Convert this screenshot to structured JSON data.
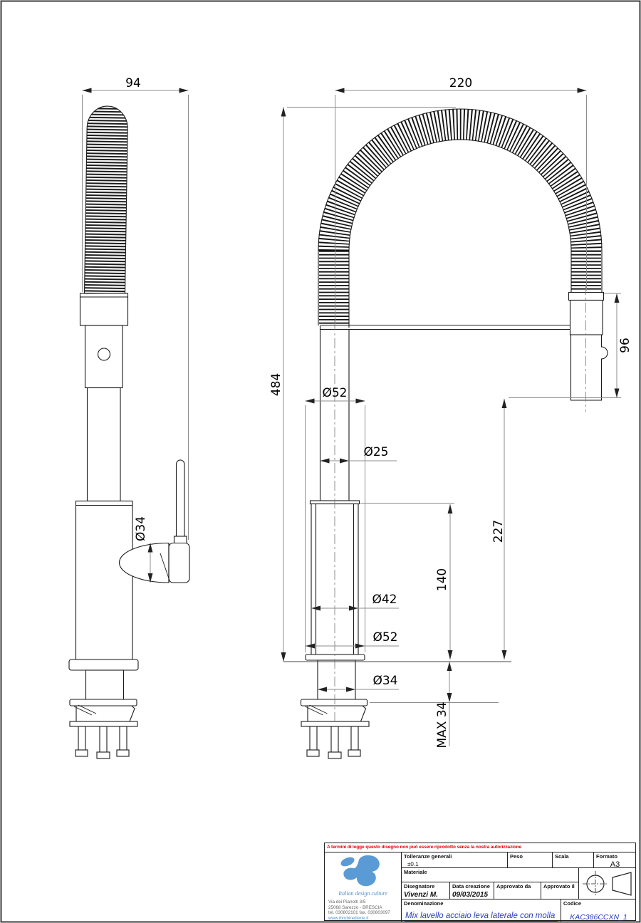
{
  "dims": {
    "left_width": "94",
    "left_handle_dia": "Ø34",
    "reach": "220",
    "total_height": "484",
    "head_height": "96",
    "base_flange_dia_upper": "Ø52",
    "spout_tube_dia": "Ø25",
    "outlet_height": "227",
    "body_height": "140",
    "body_dia": "Ø42",
    "flange_dia": "Ø52",
    "shank_dia": "Ø34",
    "max_counter_thickness": "MAX 34"
  },
  "title_block": {
    "legal_notice": "A termini di legge questo disegno non può essere riprodotto senza la nostra autorizzazione",
    "tolleranze_label": "Tolleranze generali",
    "tolleranze_value": "±0.1",
    "peso_label": "Peso",
    "scala_label": "Scala",
    "formato_label": "Formato",
    "formato_value": "A3",
    "materiale_label": "Materiale",
    "disegnatore_label": "Disegnatore",
    "disegnatore_value": "Vivenzi M.",
    "data_label": "Data creazione",
    "data_value": "09/03/2015",
    "approvato_da_label": "Approvato da",
    "approvato_il_label": "Approvato il",
    "denominazione_label": "Denominazione",
    "denominazione_value": "Mix lavello acciaio leva laterale con molla",
    "codice_label": "Codice",
    "codice_value": "KAC386CCXN_1",
    "logo": {
      "tagline": "Italian design culture",
      "address_lines": [
        "Via dei Pianotti 3/5",
        "25068 Sarezzo - BRESCIA",
        "tel. 030802101 fax. 030803097",
        "www.ibrubinetterie.it"
      ]
    },
    "colors": {
      "notice_red": "#ee0000",
      "field_blue": "#2a3cc0",
      "logo_blue": "#5b9bd5"
    }
  }
}
